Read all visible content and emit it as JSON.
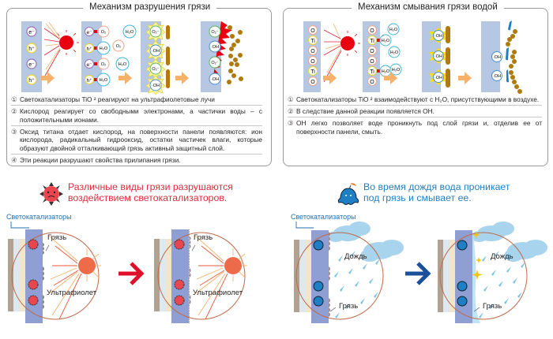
{
  "left_panel": {
    "title": "Механизм разрушения грязи",
    "diagram": {
      "stage1_particles": [
        "e⁻",
        "h⁺",
        "e⁻",
        "h⁺"
      ],
      "stage2_bound": [
        "O₂",
        "H₂O",
        "O₂",
        "H₂O"
      ],
      "stage2_free": [
        "H₂O",
        "O₂",
        "H₂O"
      ],
      "stage3_ions": [
        "O₂⁻",
        "·OH",
        "O₂⁻",
        "·OH"
      ],
      "stage4_ions": [
        "O₂⁻",
        "·OH",
        "O₂⁻",
        "·OH"
      ]
    },
    "steps": [
      {
        "num": "①",
        "text": "Светокатализаторы    TiO ² реагируют на ультрафиолетовые лучи"
      },
      {
        "num": "②",
        "text": "Кислород реагирует со свободными электронами, а частички воды – с положительными ионами."
      },
      {
        "num": "③",
        "text": "Оксид титана отдает кислород, на поверхности панели появляются: ион кислорода, радикальный гидрооксид, остатки частичек влаги, которые образуют двойной отталкивающий грязь активный защитный слой."
      },
      {
        "num": "④",
        "text": "Эти реакции разрушают свойства прилипания грязи."
      }
    ]
  },
  "right_panel": {
    "title": "Механизм смывания грязи водой",
    "diagram": {
      "stage1_atoms": [
        "O",
        "Ti",
        "O",
        "O",
        "Ti",
        "O"
      ],
      "stage2_atoms": [
        "O",
        "Ti",
        "O",
        "O",
        "Ti",
        "O"
      ],
      "stage2_water": [
        "H₂O",
        "H₂O",
        "H₂O",
        "H₂O",
        "H₂O"
      ],
      "stage3_ions": [
        "·OH",
        "·OH",
        "·OH"
      ],
      "stage4_ions": [
        "·OH",
        "·OH"
      ]
    },
    "steps": [
      {
        "num": "①",
        "text": "Светокатализаторы    TiO ² взаимодействуют  с H₂O, присутствующими в воздухе."
      },
      {
        "num": "②",
        "text": "В следствие данной реакции появляется ОН."
      },
      {
        "num": "③",
        "text": "ОН легко позволяет воде проникнуть под слой грязи и, отделив ее от поверхности панели, смыть."
      }
    ]
  },
  "bottom_left": {
    "headline_line1": "Различные виды грязи разрушаются",
    "headline_line2": "воздействием светокатализаторов.",
    "headline_color": "#e02a3c",
    "photocatalyst_label": "Светокатализаторы",
    "dirt_label": "Грязь",
    "uv_label": "Ультрафиолет",
    "arrow_color": "#e0102a"
  },
  "bottom_right": {
    "headline_line1": "Во время дождя вода проникает",
    "headline_line2": "под грязь и смывает ее.",
    "headline_color": "#1f7fc4",
    "photocatalyst_label": "Светокатализаторы",
    "rain_label": "Дождь",
    "dirt_label": "Грязь",
    "arrow_color": "#1a4f99"
  },
  "colors": {
    "panel_blue": "#b5c7e3",
    "orange_arrow": "#f6b26b",
    "sun_red": "#e8000f",
    "sun_orange": "#ee6b4a",
    "dirt_brown": "#b07a0e",
    "water_cyan": "#3fb6dc",
    "label_blue": "#1f6fb5"
  }
}
